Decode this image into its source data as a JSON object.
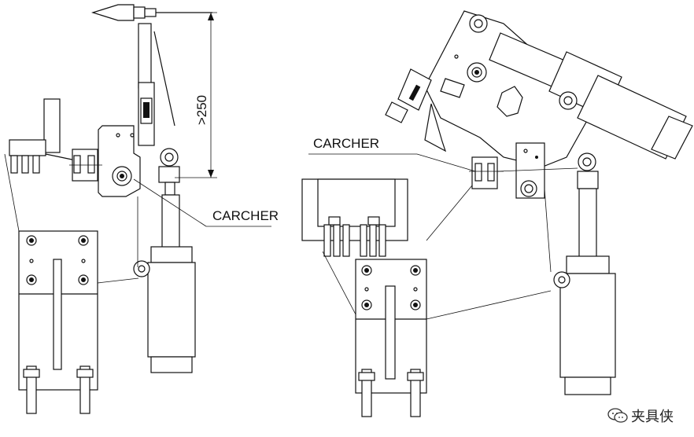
{
  "labels": {
    "left_carcher": "CARCHER",
    "right_carcher": "CARCHER",
    "dimension": ">250"
  },
  "watermark": {
    "text": "夹具侠",
    "icon": "wechat-icon"
  }
}
